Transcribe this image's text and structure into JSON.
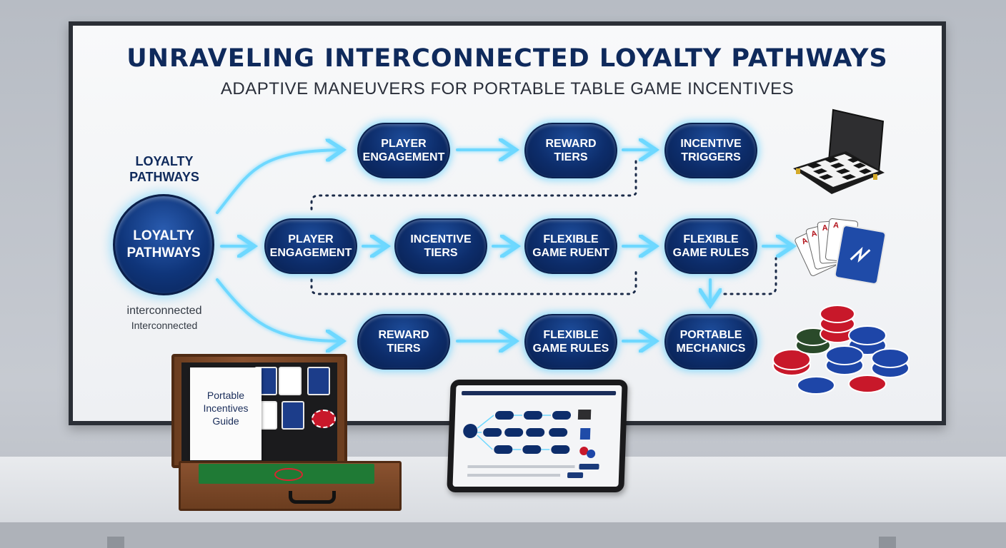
{
  "title": "UNRAVELING INTERCONNECTED LOYALTY PATHWAYS",
  "subtitle": "ADAPTIVE MANEUVERS FOR PORTABLE TABLE GAME INCENTIVES",
  "side_label": {
    "line1": "LOYALTY",
    "line2": "PATHWAYS"
  },
  "hub": {
    "line1": "LOYALTY",
    "line2": "PATHWAYS"
  },
  "caption": {
    "line1": "interconnected",
    "line2": "Interconnected"
  },
  "nodes": {
    "r1": [
      {
        "line1": "PLAYER",
        "line2": "ENGAGEMENT"
      },
      {
        "line1": "REWARD",
        "line2": "TIERS"
      },
      {
        "line1": "INCENTIVE",
        "line2": "TRIGGERS"
      }
    ],
    "r2": [
      {
        "line1": "PLAYER",
        "line2": "ENGAGEMENT"
      },
      {
        "line1": "INCENTIVE",
        "line2": "TIERS"
      },
      {
        "line1": "FLEXIBLE",
        "line2": "GAME RUENT"
      },
      {
        "line1": "FLEXIBLE",
        "line2": "GAME RULES"
      }
    ],
    "r3": [
      {
        "line1": "REWARD",
        "line2": "TIERS"
      },
      {
        "line1": "FLEXIBLE",
        "line2": "GAME RULES"
      },
      {
        "line1": "PORTABLE",
        "line2": "MECHANICS"
      }
    ]
  },
  "guide": {
    "line1": "Portable",
    "line2": "Incentives",
    "line3": "Guide"
  },
  "colors": {
    "accent": "#0f2a5c",
    "node_fill": "#0d2d6b",
    "glow": "#46c8ff",
    "arrow": "#6ed8ff"
  },
  "icons": [
    "chessboard-case-icon",
    "playing-cards-icon",
    "poker-chips-icon"
  ]
}
